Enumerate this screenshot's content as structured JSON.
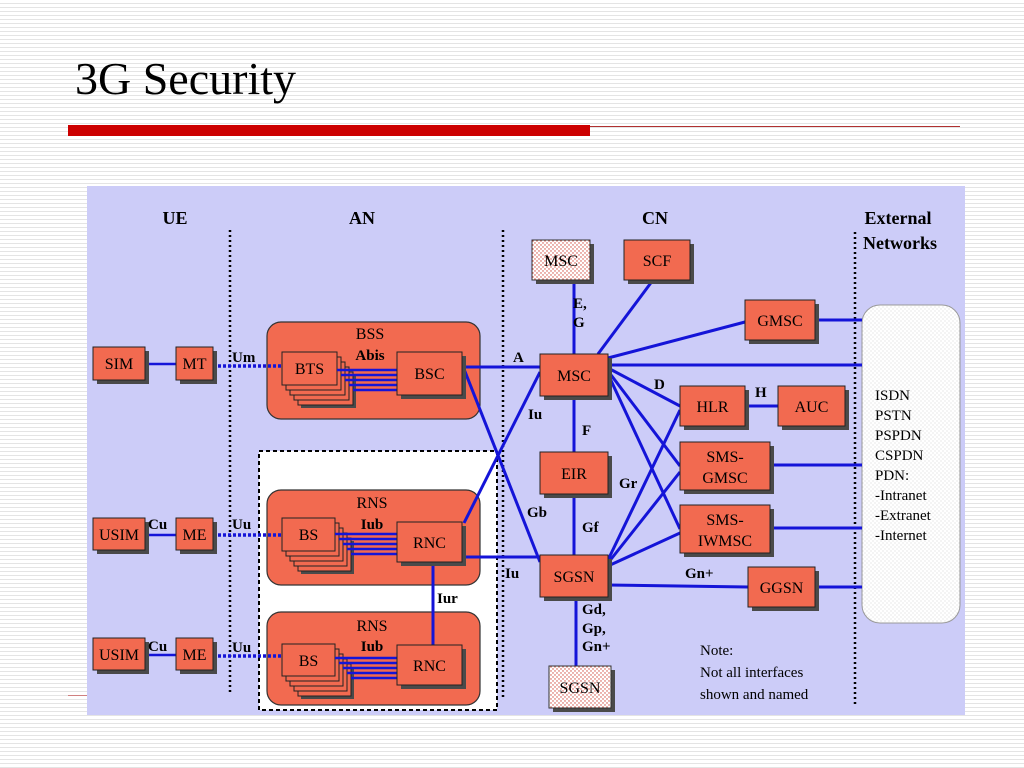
{
  "slide": {
    "title": "3G Security"
  },
  "colors": {
    "title_bar": "#cc0000",
    "diagram_background": "#ccccf8",
    "network_element": "#f26a50",
    "link": "#1414d8"
  },
  "domains": {
    "ue": "UE",
    "an": "AN",
    "cn": "CN",
    "external": [
      "External",
      "Networks"
    ]
  },
  "ue": {
    "sim": "SIM",
    "mt": "MT",
    "usim_1": "USIM",
    "me_1": "ME",
    "usim_2": "USIM",
    "me_2": "ME"
  },
  "access_network": {
    "bss": {
      "name": "BSS",
      "interface": "Abis",
      "bts": "BTS",
      "bsc": "BSC"
    },
    "rns_1": {
      "name": "RNS",
      "interface": "Iub",
      "bs": "BS",
      "rnc": "RNC"
    },
    "rns_2": {
      "name": "RNS",
      "interface": "Iub",
      "bs": "BS",
      "rnc": "RNC"
    },
    "iur": "Iur"
  },
  "core_network": {
    "msc_remote": "MSC",
    "scf": "SCF",
    "msc": "MSC",
    "eir": "EIR",
    "sgsn": "SGSN",
    "sgsn_remote": "SGSN",
    "gmsc": "GMSC",
    "hlr": "HLR",
    "auc": "AUC",
    "sms_gmsc": [
      "SMS-",
      "GMSC"
    ],
    "sms_iwmsc": [
      "SMS-",
      "IWMSC"
    ],
    "ggsn": "GGSN"
  },
  "interfaces": {
    "um": "Um",
    "cu_1": "Cu",
    "uu_1": "Uu",
    "cu_2": "Cu",
    "uu_2": "Uu",
    "a": "A",
    "iu_msc": "Iu",
    "iu_sgsn": "Iu",
    "gb": "Gb",
    "f": "F",
    "gf": "Gf",
    "gr": "Gr",
    "e_g": [
      "E,",
      "G"
    ],
    "d": "D",
    "h": "H",
    "gn_plus": "Gn+",
    "gd_gp_gn": [
      "Gd,",
      "Gp,",
      "Gn+"
    ]
  },
  "external_networks": [
    "ISDN",
    "PSTN",
    "PSPDN",
    "CSPDN",
    "PDN:",
    "-Intranet",
    "-Extranet",
    "-Internet"
  ],
  "note": [
    "Note:",
    "Not all interfaces",
    "shown and named"
  ]
}
